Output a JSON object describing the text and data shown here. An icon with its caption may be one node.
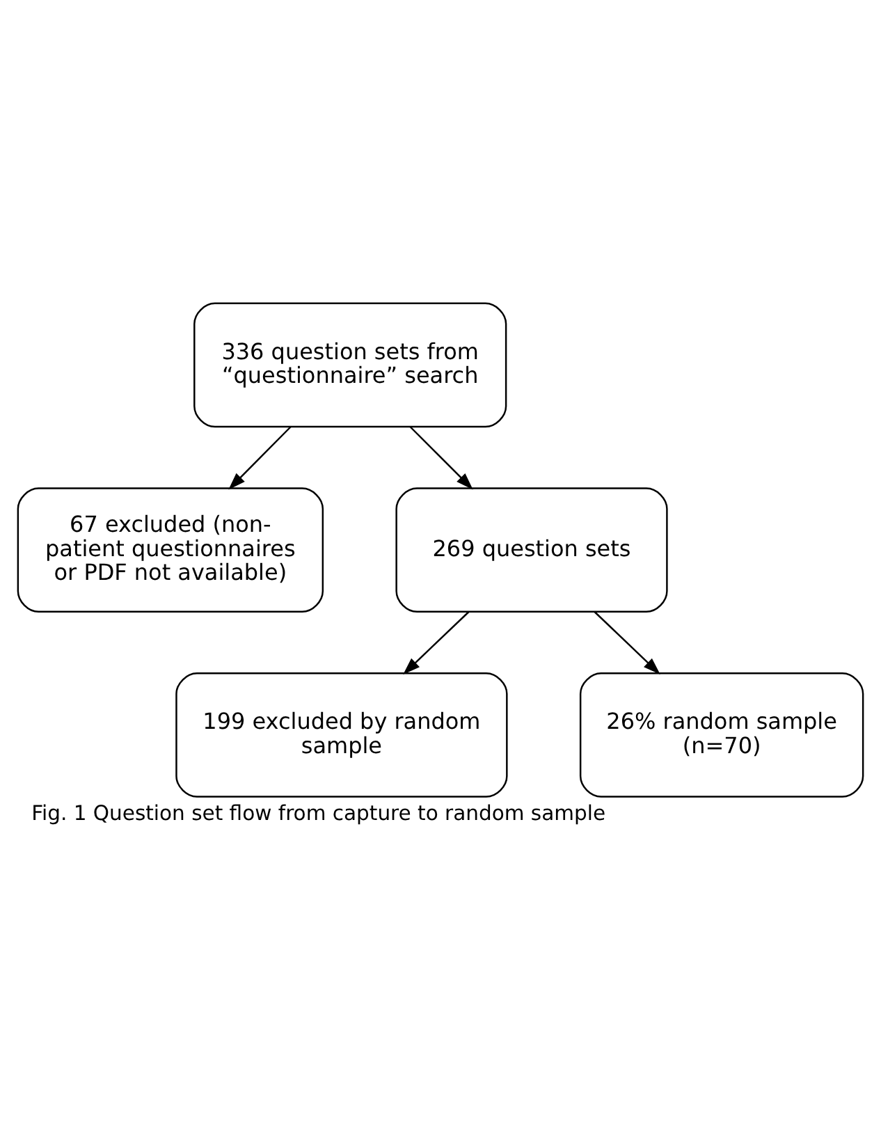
{
  "diagram": {
    "caption": "Fig. 1 Question set flow from capture to random sample",
    "nodes": [
      {
        "text": [
          "336 question sets from “questionnaire” search"
        ]
      },
      {
        "text": [
          "67 excluded (non- patient questionnaires or PDF not available)"
        ]
      },
      {
        "text": [
          "269 question sets"
        ]
      },
      {
        "text": [
          "199 excluded by random sample"
        ]
      },
      {
        "text": [
          "26% random sample (n=70)"
        ]
      }
    ],
    "edges": [
      {
        "from": 0,
        "to": 2,
        "arrow": "to"
      },
      {
        "from": 0,
        "to": 1,
        "arrow": "to"
      },
      {
        "from": 2,
        "to": 4,
        "arrow": "to"
      },
      {
        "from": 2,
        "to": 3,
        "arrow": "to"
      }
    ]
  }
}
